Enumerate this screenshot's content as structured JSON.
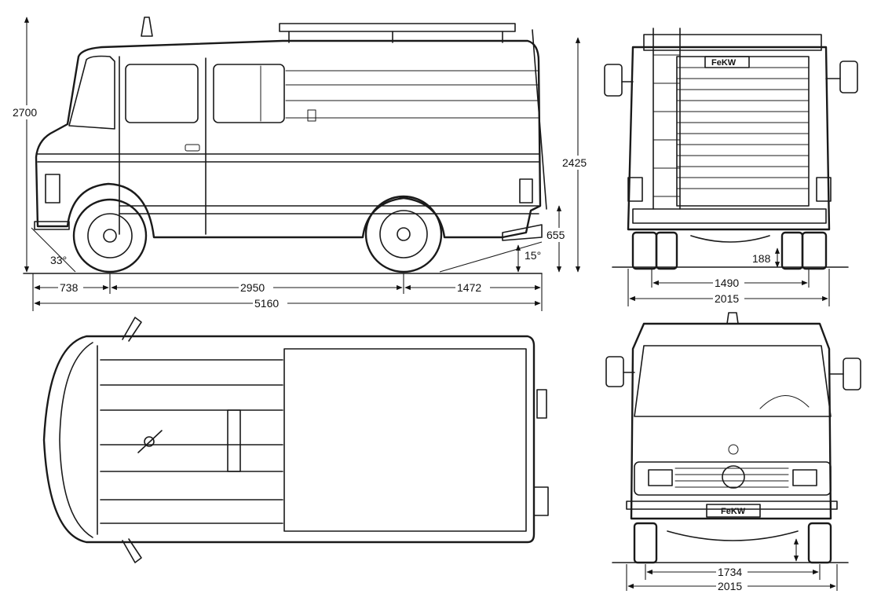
{
  "dimensions": {
    "height_total": "2700",
    "height_body": "2425",
    "front_overhang": "738",
    "wheelbase": "2950",
    "rear_overhang": "1472",
    "length": "5160",
    "approach_angle": "33°",
    "departure_angle": "15°",
    "bumper_height": "655",
    "ground_clearance": "188",
    "rear_track": "1490",
    "rear_width": "2015",
    "front_track": "1734",
    "front_width": "2015"
  },
  "plates": {
    "rear": "FeKW",
    "front": "FeKW"
  }
}
